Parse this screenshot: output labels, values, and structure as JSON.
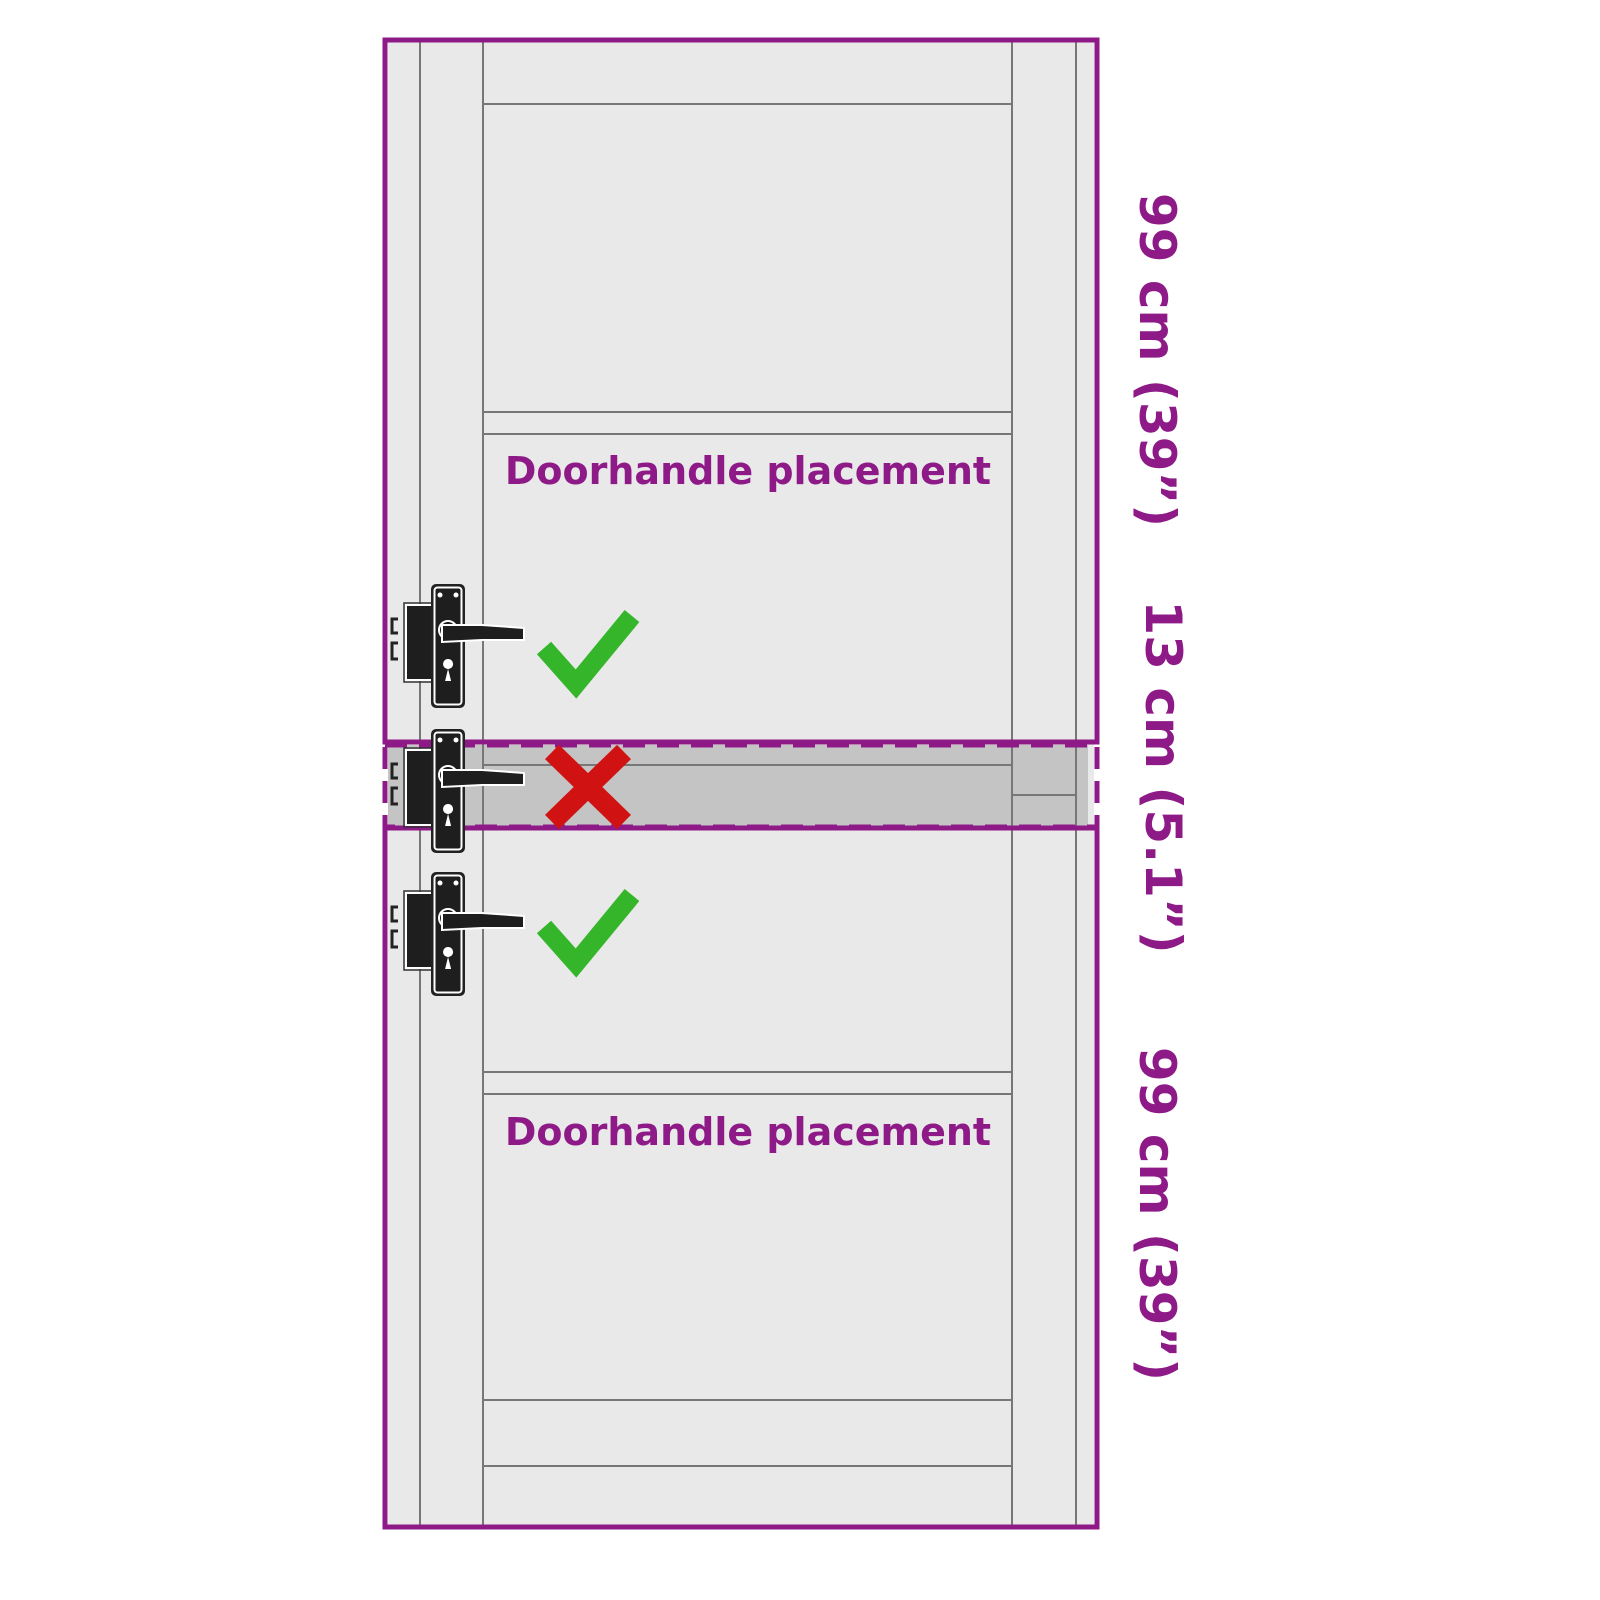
{
  "labels": {
    "placement_top": "Doorhandle placement",
    "placement_bottom": "Doorhandle placement",
    "dim_top": "99 cm (39”)",
    "dim_middle": "13 cm (5.1”)",
    "dim_bottom": "99 cm (39”)"
  },
  "zones": [
    {
      "name": "upper",
      "status": "allowed",
      "icon": "check-icon"
    },
    {
      "name": "middle",
      "status": "forbidden",
      "icon": "x-icon"
    },
    {
      "name": "lower",
      "status": "allowed",
      "icon": "check-icon"
    }
  ],
  "colors": {
    "accent": "#8e1a88",
    "ok": "#35b52a",
    "bad": "#d01212",
    "door": "#e9e9e9",
    "forbidden_band": "#c4c4c4"
  }
}
